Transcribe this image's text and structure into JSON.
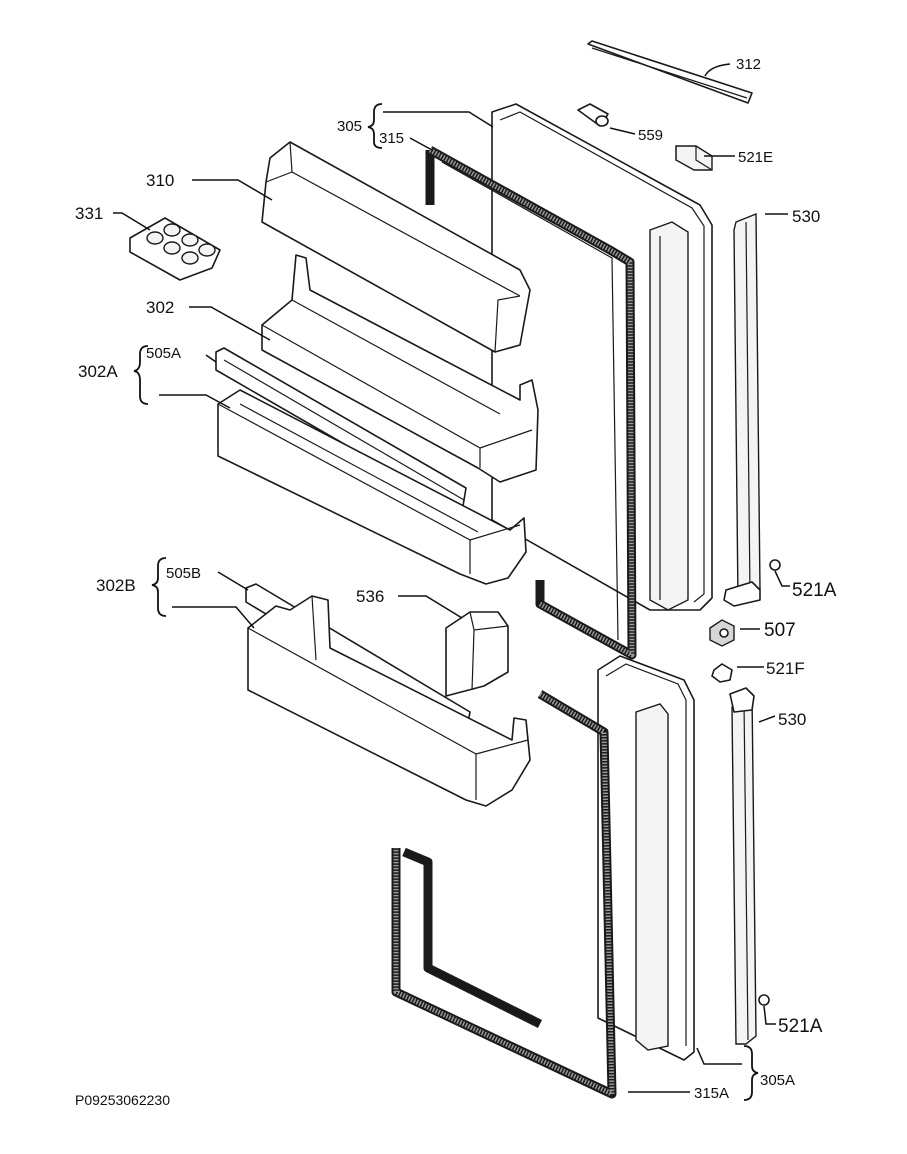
{
  "labels": {
    "p312": "312",
    "p305": "305",
    "p315": "315",
    "p559": "559",
    "p521E": "521E",
    "p310": "310",
    "p331": "331",
    "p530_top": "530",
    "p302": "302",
    "p302A": "302A",
    "p505A": "505A",
    "p302B": "302B",
    "p505B": "505B",
    "p536": "536",
    "p521A_top": "521A",
    "p507": "507",
    "p521F": "521F",
    "p530_bottom": "530",
    "p521A_bottom": "521A",
    "p315A": "315A",
    "p305A": "305A"
  },
  "diagram_code": "P09253062230"
}
